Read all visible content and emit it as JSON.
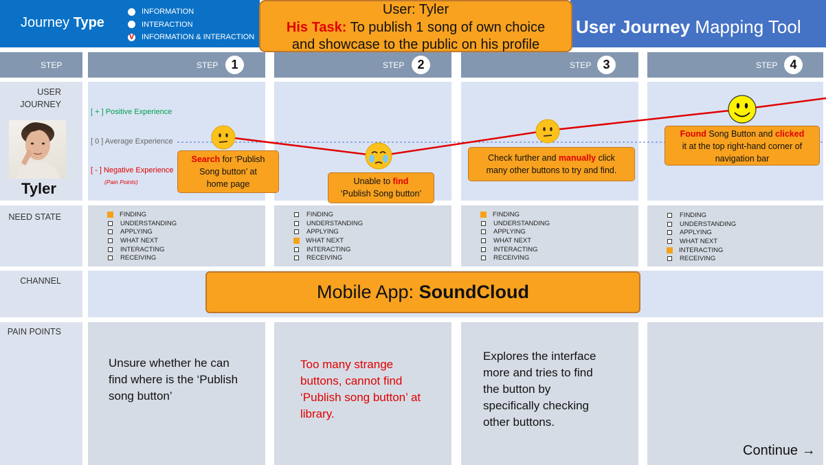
{
  "header": {
    "journey_type_prefix": "Journey",
    "journey_type_bold": "Type",
    "legend": [
      "INFORMATION",
      "INTERACTION",
      "INFORMATION & INTERACTION"
    ],
    "legend_selected_mark": "V",
    "tool_title_bold": "User Journey",
    "tool_title_rest": "Mapping Tool"
  },
  "task": {
    "user_line": "User: Tyler",
    "task_label": "His Task:",
    "task_text_1": "To publish 1 song of own choice",
    "task_text_2": "and showcase to the public on his profile"
  },
  "rows": {
    "step": "STEP",
    "user_journey_1": "USER",
    "user_journey_2": "JOURNEY",
    "need_state": "NEED STATE",
    "channel": "CHANNEL",
    "pain_points": "PAIN POINTS"
  },
  "steps": [
    {
      "label": "STEP",
      "number": "1"
    },
    {
      "label": "STEP",
      "number": "2"
    },
    {
      "label": "STEP",
      "number": "3"
    },
    {
      "label": "STEP",
      "number": "4"
    }
  ],
  "experience": {
    "positive": "[ + ] Positive Experience",
    "average": "[ 0 ] Average Experience",
    "negative": "[ - ] Negative Experience",
    "pain_points_note": "(Pain Points)"
  },
  "user": {
    "name": "Tyler"
  },
  "callouts": {
    "step1": {
      "red": "Search",
      "rest_1": " for ‘Publish",
      "rest_2": "Song button’ at",
      "rest_3": "home page"
    },
    "step2": {
      "line1_pre": "Unable to ",
      "line1_red": "find",
      "line2": "‘Publish Song button’"
    },
    "step3": {
      "line1_pre": "Check further and ",
      "line1_red": "manually",
      "line1_post": " click",
      "line2": "many other buttons to try and find."
    },
    "step4": {
      "red1": "Found",
      "mid": " Song Button and ",
      "red2": "clicked",
      "line2": "it at the top right-hand corner of",
      "line3": "navigation bar"
    }
  },
  "need_state": {
    "labels": [
      "FINDING",
      "UNDERSTANDING",
      "APPLYING",
      "WHAT NEXT",
      "INTERACTING",
      "RECEIVING"
    ],
    "active_index_per_step": [
      0,
      3,
      0,
      4
    ]
  },
  "channel": {
    "prefix": "Mobile App: ",
    "name": "SoundCloud"
  },
  "pain_points": [
    {
      "lines": [
        "Unsure whether he can",
        "find where is the ‘Publish",
        "song button’"
      ]
    },
    {
      "lines": [
        "Too many strange",
        "buttons, cannot find",
        "‘Publish song button’ at",
        "library."
      ]
    },
    {
      "lines": [
        "Explores the interface",
        "more and tries to find",
        "the button by",
        "specifically checking",
        "other buttons."
      ]
    },
    {
      "lines": []
    }
  ],
  "journey_emotions": [
    "neutral",
    "sad",
    "neutral",
    "happy"
  ],
  "footer": {
    "continue": "Continue",
    "continue_arrow": "→"
  },
  "colors": {
    "header_blue": "#0a71c6",
    "title_blue": "#4472c4",
    "orange": "#f8a21f",
    "red_line": "#e00000",
    "step_grey": "#8497b0"
  }
}
